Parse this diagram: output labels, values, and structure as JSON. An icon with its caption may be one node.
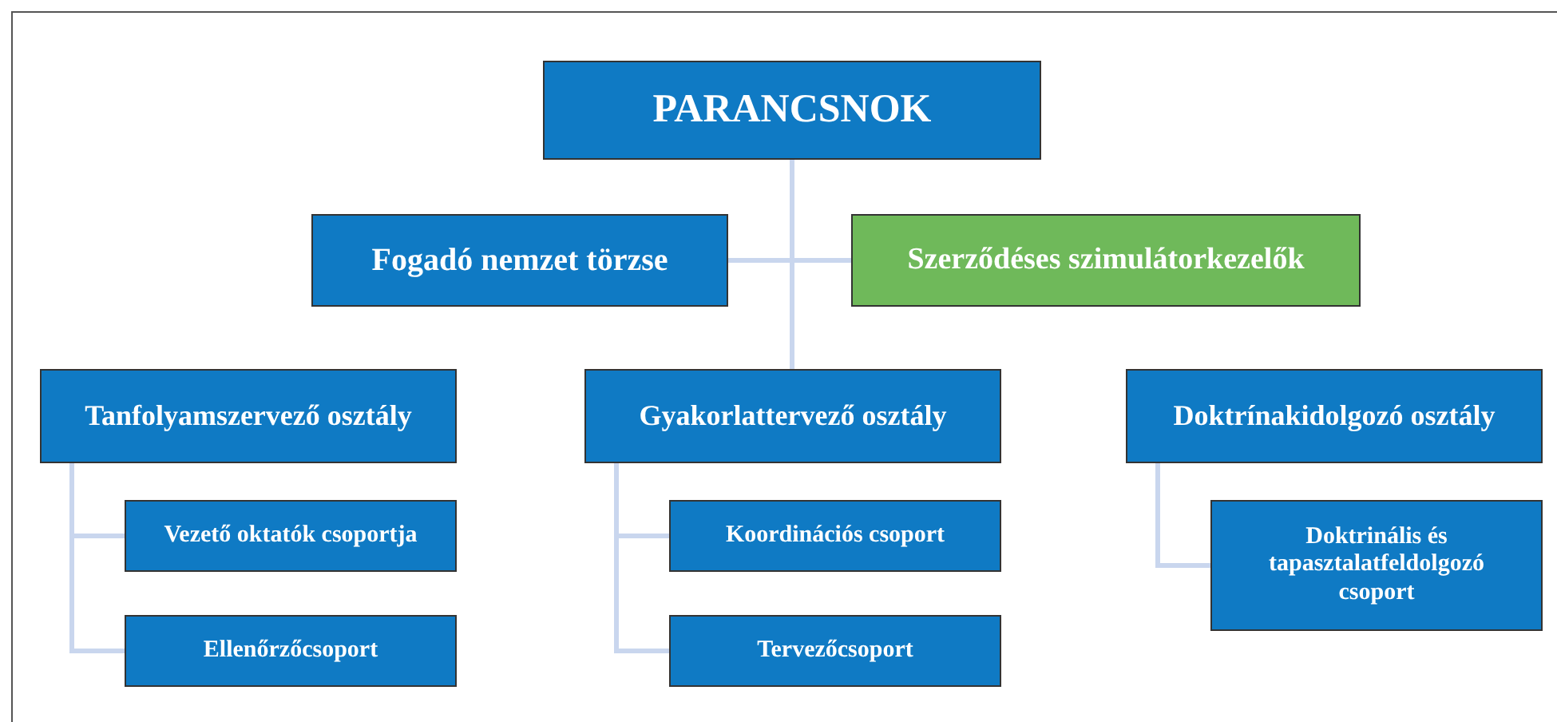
{
  "diagram": {
    "nodes": [
      {
        "text": [
          "PARANCSNOK"
        ]
      },
      {
        "text": [
          "Fogadó nemzet törzse"
        ]
      },
      {
        "text": [
          "Szerződéses szimulátorkezelők"
        ]
      },
      {
        "text": [
          "Tanfolyamszervező osztály"
        ]
      },
      {
        "text": [
          "Gyakorlattervező osztály"
        ]
      },
      {
        "text": [
          "Doktrínakidolgozó osztály"
        ]
      },
      {
        "text": [
          "Vezető oktatók csoportja"
        ]
      },
      {
        "text": [
          "Ellenőrzőcsoport"
        ]
      },
      {
        "text": [
          "Koordinációs csoport"
        ]
      },
      {
        "text": [
          "Tervezőcsoport"
        ]
      },
      {
        "text": [
          "Doktrinális és tapasztalatfeldolgozó csoport"
        ]
      }
    ],
    "edges": [
      {
        "from": 0,
        "to": 1,
        "arrow": "none"
      },
      {
        "from": 0,
        "to": 2,
        "arrow": "none"
      },
      {
        "from": 0,
        "to": 4,
        "arrow": "none"
      },
      {
        "from": 3,
        "to": 6,
        "arrow": "none"
      },
      {
        "from": 3,
        "to": 7,
        "arrow": "none"
      },
      {
        "from": 4,
        "to": 8,
        "arrow": "none"
      },
      {
        "from": 4,
        "to": 9,
        "arrow": "none"
      },
      {
        "from": 5,
        "to": 10,
        "arrow": "none"
      }
    ]
  }
}
